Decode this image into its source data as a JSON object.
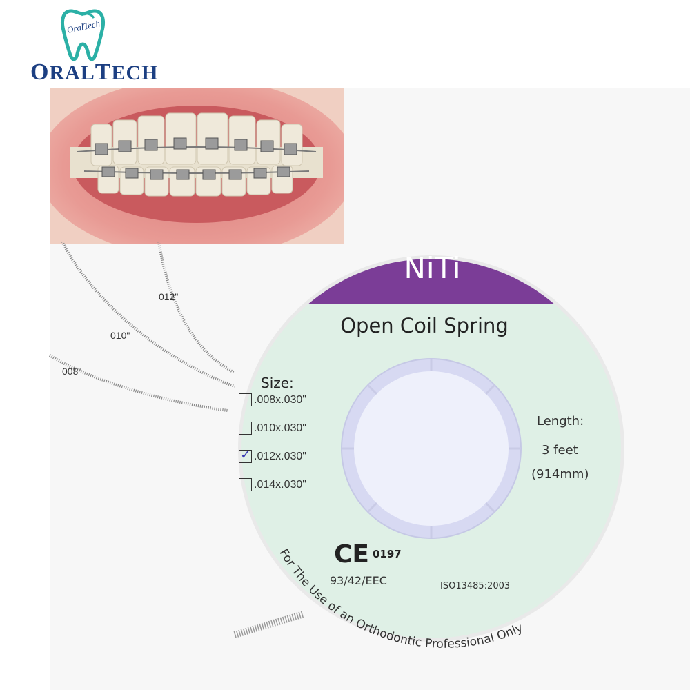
{
  "logo": {
    "text": "OralTech",
    "wordmark_first": "O",
    "wordmark_rest": "RAL",
    "wordmark_t": "T",
    "wordmark_end": "ECH",
    "color": "#1c3f82",
    "accent": "#2bb0a6"
  },
  "coil_labels": [
    "012\"",
    "010\"",
    "008\""
  ],
  "spool": {
    "title": "NiTi",
    "product": "Open Coil Spring",
    "size_title": "Size:",
    "sizes": [
      {
        "label": ".008x.030\"",
        "checked": false
      },
      {
        "label": ".010x.030\"",
        "checked": false
      },
      {
        "label": ".012x.030\"",
        "checked": true
      },
      {
        "label": ".014x.030\"",
        "checked": false
      }
    ],
    "length_title": "Length:",
    "length_value": "3 feet",
    "length_mm": "(914mm)",
    "ce_mark": "CE",
    "ce_number": "0197",
    "directive": "93/42/EEC",
    "iso": "ISO13485:2003",
    "curved_notice": "For The Use of an Orthodontic Professional Only",
    "colors": {
      "band": "#7b3d97",
      "disc": "#dff0e6"
    }
  }
}
